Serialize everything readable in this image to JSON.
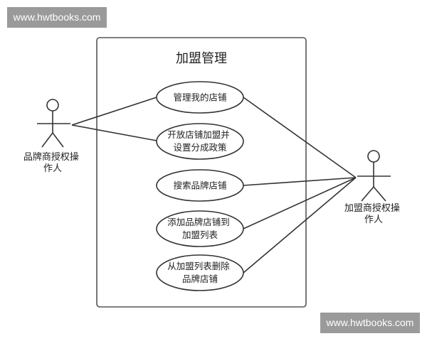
{
  "system": {
    "title": "加盟管理"
  },
  "actors": {
    "left": {
      "lines": [
        "品牌商授权操",
        "作人"
      ]
    },
    "right": {
      "lines": [
        "加盟商授权操",
        "作人"
      ]
    }
  },
  "use_cases": [
    {
      "lines": [
        "管理我的店铺"
      ]
    },
    {
      "lines": [
        "开放店铺加盟并",
        "设置分成政策"
      ]
    },
    {
      "lines": [
        "搜索品牌店铺"
      ]
    },
    {
      "lines": [
        "添加品牌店铺到",
        "加盟列表"
      ]
    },
    {
      "lines": [
        "从加盟列表删除",
        "品牌店铺"
      ]
    }
  ],
  "watermarks": {
    "top": "www.hwtbooks.com",
    "bottom": "www.hwtbooks.com"
  }
}
